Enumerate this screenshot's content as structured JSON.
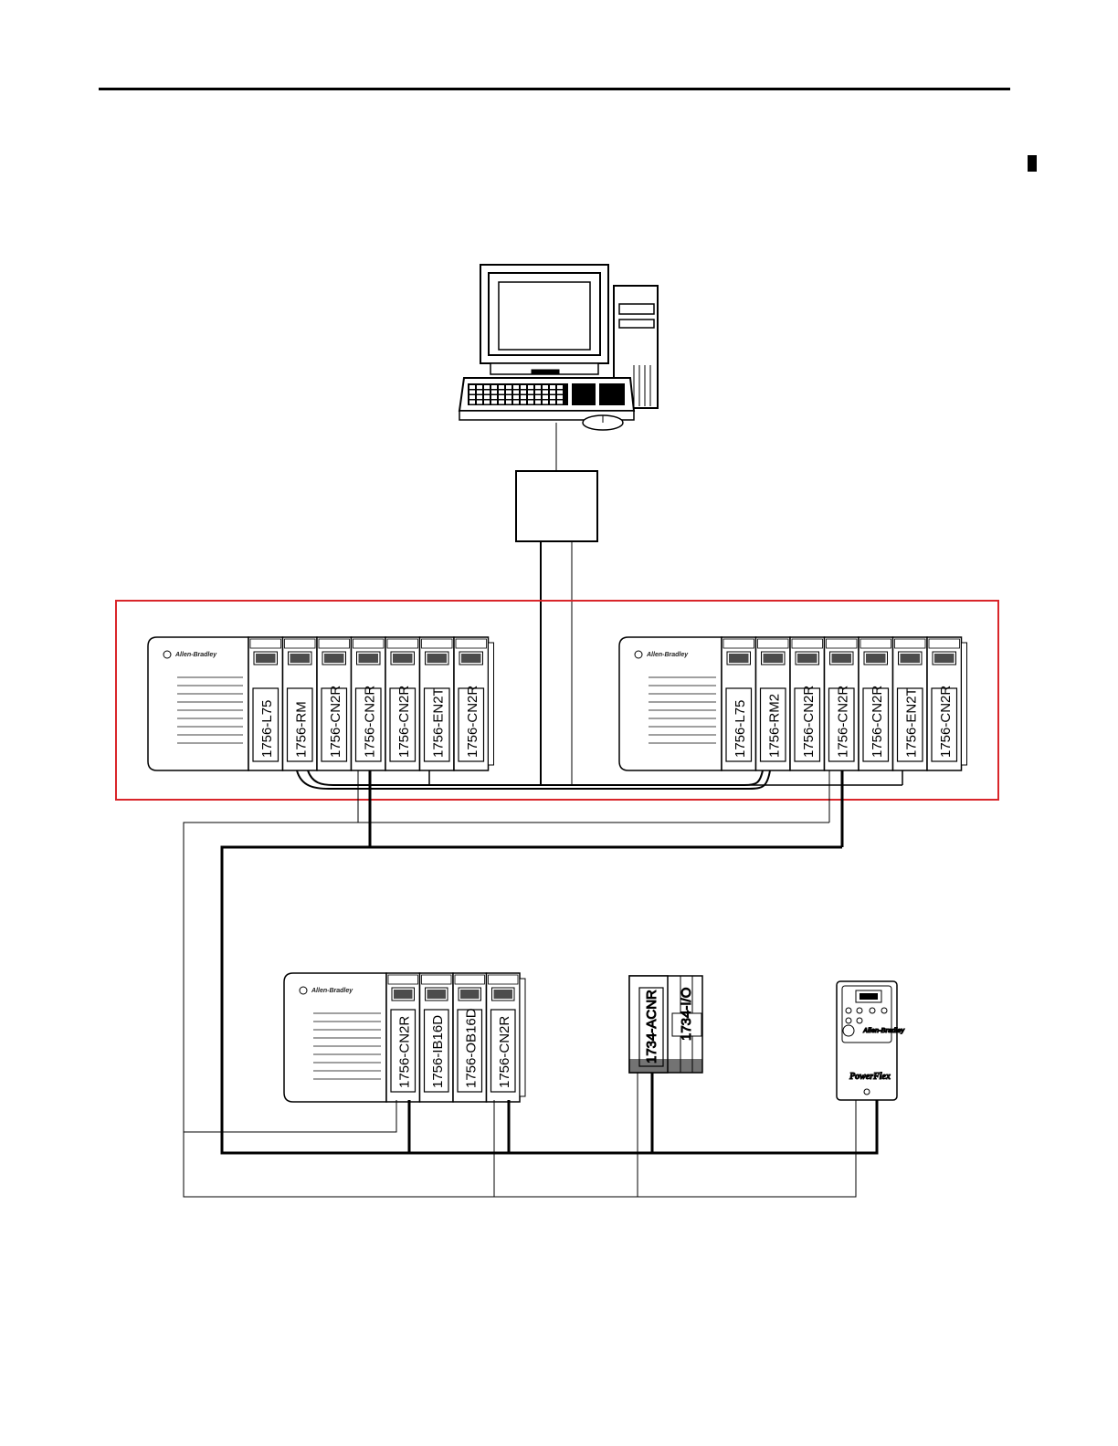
{
  "colors": {
    "line": "#000000",
    "redundancy_box": "#d9252a",
    "chassis_fill": "#ffffff"
  },
  "redundant_chassis_a": {
    "brand": "Allen-Bradley",
    "modules": [
      "1756-L75",
      "1756-RM",
      "1756-CN2R",
      "1756-CN2R",
      "1756-CN2R",
      "1756-EN2T",
      "1756-CN2R"
    ]
  },
  "redundant_chassis_b": {
    "brand": "Allen-Bradley",
    "modules": [
      "1756-L75",
      "1756-RM2",
      "1756-CN2R",
      "1756-CN2R",
      "1756-CN2R",
      "1756-EN2T",
      "1756-CN2R"
    ]
  },
  "remote_chassis": {
    "brand": "Allen-Bradley",
    "modules": [
      "1756-CN2R",
      "1756-IB16D",
      "1756-OB16D",
      "1756-CN2R"
    ]
  },
  "point_io": {
    "adapter": "1734-ACNR",
    "io": "1734-I/O"
  },
  "drive": {
    "brand": "Allen-Bradley",
    "name": "PowerFlex"
  },
  "icons": [
    "computer-icon",
    "switch-box",
    "controllogix-chassis",
    "point-io-icon",
    "powerflex-drive-icon"
  ]
}
